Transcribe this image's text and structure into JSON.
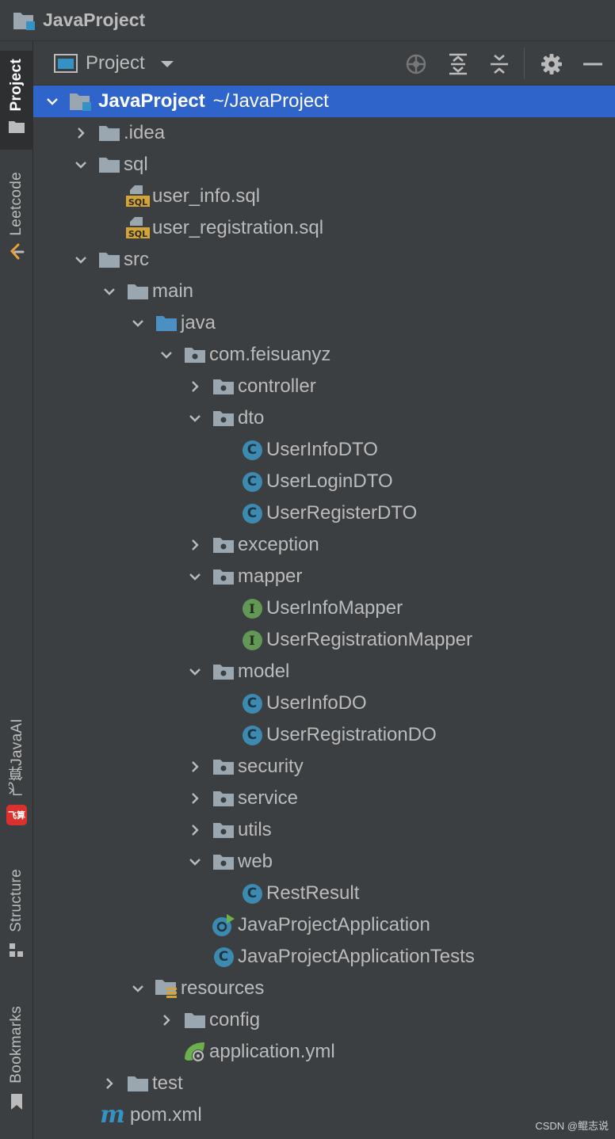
{
  "window": {
    "title": "JavaProject"
  },
  "left_strip": {
    "project": "Project",
    "leetcode": "Leetcode",
    "feisuan": "飞算JavaAI",
    "feisuan_badge": "飞算",
    "structure": "Structure",
    "bookmarks": "Bookmarks"
  },
  "panel": {
    "title": "Project"
  },
  "tree": {
    "root": {
      "name": "JavaProject",
      "path": "~/JavaProject"
    },
    "idea": ".idea",
    "sql": "sql",
    "user_info_sql": "user_info.sql",
    "user_registration_sql": "user_registration.sql",
    "src": "src",
    "main": "main",
    "java": "java",
    "package": "com.feisuanyz",
    "controller": "controller",
    "dto": "dto",
    "user_info_dto": "UserInfoDTO",
    "user_login_dto": "UserLoginDTO",
    "user_register_dto": "UserRegisterDTO",
    "exception": "exception",
    "mapper": "mapper",
    "user_info_mapper": "UserInfoMapper",
    "user_registration_mapper": "UserRegistrationMapper",
    "model": "model",
    "user_info_do": "UserInfoDO",
    "user_registration_do": "UserRegistrationDO",
    "security": "security",
    "service": "service",
    "utils": "utils",
    "web": "web",
    "rest_result": "RestResult",
    "app": "JavaProjectApplication",
    "app_tests": "JavaProjectApplicationTests",
    "resources": "resources",
    "config": "config",
    "application_yml": "application.yml",
    "test": "test",
    "pom": "pom.xml"
  },
  "badges": {
    "class": "C",
    "interface": "I",
    "sql": "SQL",
    "maven": "m"
  },
  "watermark": "CSDN @鲲志说",
  "colors": {
    "background": "#3c3f41",
    "selection": "#2f65ca",
    "folder": "#9aa7b0",
    "source_folder": "#4a90c2",
    "class_icon": "#3d8ab0",
    "interface_icon": "#629755",
    "sql_icon": "#d4a435"
  }
}
